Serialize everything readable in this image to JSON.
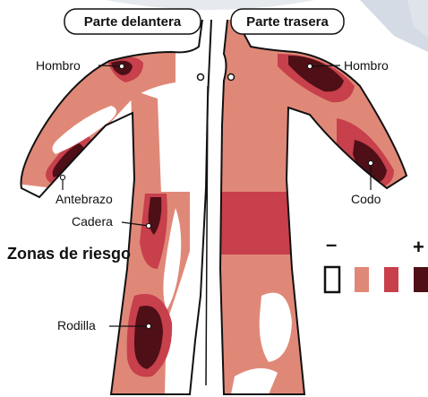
{
  "titles": {
    "front": "Parte delantera",
    "back": "Parte trasera"
  },
  "zones": {
    "front": [
      "Hombro",
      "Antebrazo",
      "Cadera",
      "Rodilla"
    ],
    "back": [
      "Hombro",
      "Codo"
    ]
  },
  "legend": {
    "title": "Zonas de riesgo",
    "minus": "–",
    "plus": "+",
    "levels": [
      "#ffffff",
      "#e08878",
      "#c7404c",
      "#4e0f16"
    ]
  },
  "colors": {
    "base": "#ffffff",
    "low": "#e08878",
    "mid": "#c7404c",
    "high": "#4e0f16",
    "outline": "#111111",
    "accent_shape": "#d5dbe5"
  }
}
